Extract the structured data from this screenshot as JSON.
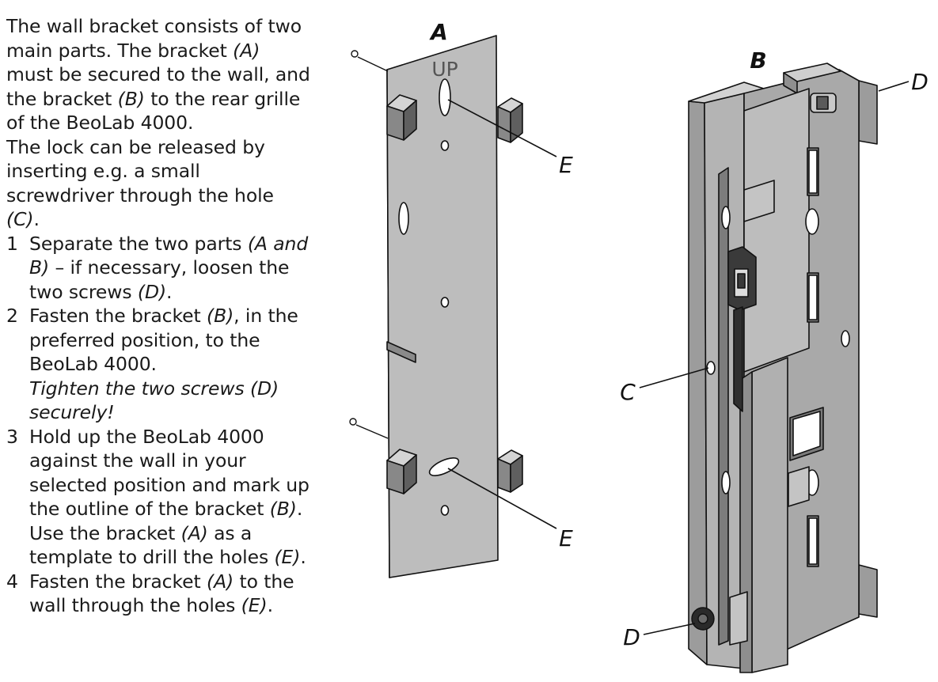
{
  "intro": {
    "s1": "The wall bracket consists of two main parts. The bracket ",
    "a": "(A)",
    "s2": " must be secured to the wall, and the bracket ",
    "b": "(B)",
    "s3": " to the rear grille of the BeoLab 4000.",
    "s4": "The lock can be released by inserting e.g. a small screwdriver through the hole ",
    "c": "(C)",
    "s5": "."
  },
  "steps": [
    {
      "num": "1",
      "t1": "Separate the two parts ",
      "r1": "(A and B)",
      "t2": " – if necessary, loosen the two screws ",
      "r2": "(D)",
      "t3": "."
    },
    {
      "num": "2",
      "t1": "Fasten the bracket ",
      "r1": "(B)",
      "t2": ", in the preferred position, to the BeoLab 4000.",
      "note": "Tighten the two screws (D) securely!"
    },
    {
      "num": "3",
      "t1": "Hold up the BeoLab 4000 against the wall in your selected position and mark up the outline of the bracket ",
      "r1": "(B)",
      "t2": ". Use the bracket ",
      "r2": "(A)",
      "t3": " as a template to drill the holes ",
      "r3": "(E)",
      "t4": "."
    },
    {
      "num": "4",
      "t1": "Fasten the bracket ",
      "r1": "(A)",
      "t2": " to the wall through the holes ",
      "r2": "(E)",
      "t3": "."
    }
  ],
  "figure": {
    "part_a": {
      "label": "A",
      "stamp": "UP",
      "hole_label_top": "E",
      "hole_label_bottom": "E"
    },
    "part_b": {
      "label": "B",
      "screw_label_top": "D",
      "hole_label": "C",
      "screw_label_bottom": "D"
    }
  },
  "colors": {
    "metal_light": "#bdbdbd",
    "metal_mid": "#a9a9a9",
    "metal_dark": "#7f7f7f",
    "outline": "#111111"
  }
}
